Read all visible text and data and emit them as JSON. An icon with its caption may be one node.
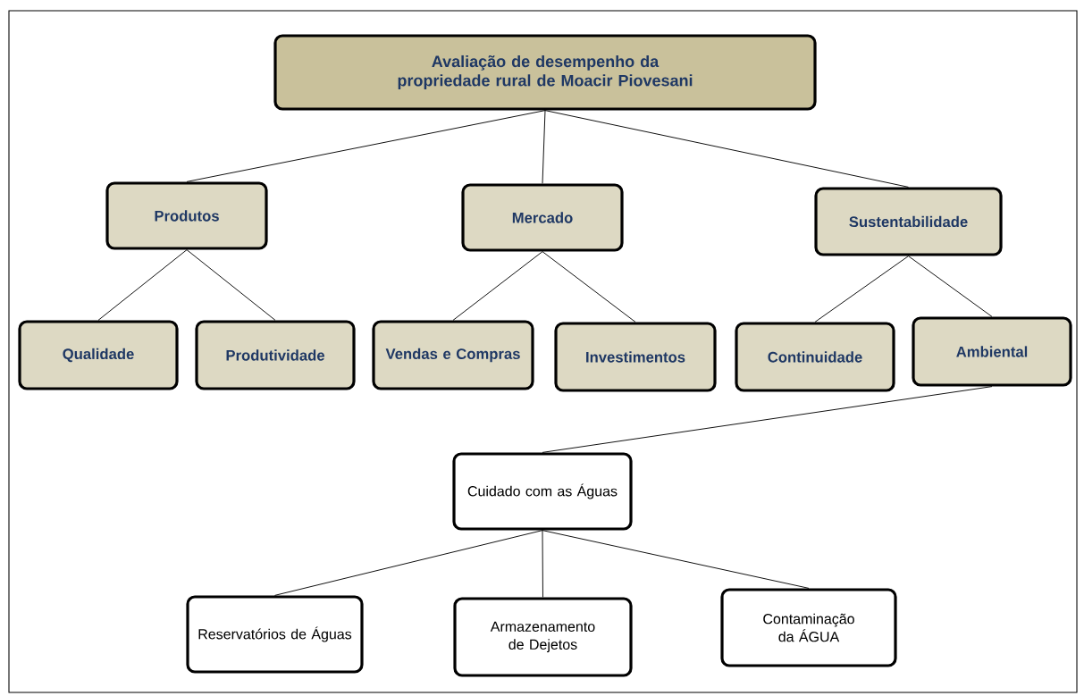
{
  "diagram": {
    "nodes": [
      {
        "text": [
          "Avaliação de desempenho da propriedade rural de Moacir Piovesani"
        ]
      },
      {
        "text": [
          "Produtos"
        ]
      },
      {
        "text": [
          "Mercado"
        ]
      },
      {
        "text": [
          "Sustentabilidade"
        ]
      },
      {
        "text": [
          "Qualidade"
        ]
      },
      {
        "text": [
          "Produtividade"
        ]
      },
      {
        "text": [
          "Vendas e Compras"
        ]
      },
      {
        "text": [
          "Investimentos"
        ]
      },
      {
        "text": [
          "Continuidade"
        ]
      },
      {
        "text": [
          "Ambiental"
        ]
      },
      {
        "text": [
          "Cuidado com as Águas"
        ]
      },
      {
        "text": [
          "Reservatórios de Águas"
        ]
      },
      {
        "text": [
          "Armazenamento de Dejetos"
        ]
      },
      {
        "text": [
          "Contaminação da ÁGUA"
        ]
      }
    ],
    "edges": [
      {
        "from": 0,
        "to": 1,
        "arrow": "none"
      },
      {
        "from": 0,
        "to": 2,
        "arrow": "none"
      },
      {
        "from": 0,
        "to": 3,
        "arrow": "none"
      },
      {
        "from": 1,
        "to": 4,
        "arrow": "none"
      },
      {
        "from": 1,
        "to": 5,
        "arrow": "none"
      },
      {
        "from": 2,
        "to": 6,
        "arrow": "none"
      },
      {
        "from": 2,
        "to": 7,
        "arrow": "none"
      },
      {
        "from": 3,
        "to": 8,
        "arrow": "none"
      },
      {
        "from": 3,
        "to": 9,
        "arrow": "none"
      },
      {
        "from": 9,
        "to": 10,
        "arrow": "none"
      },
      {
        "from": 10,
        "to": 11,
        "arrow": "none"
      },
      {
        "from": 10,
        "to": 12,
        "arrow": "none"
      },
      {
        "from": 10,
        "to": 13,
        "arrow": "none"
      }
    ]
  }
}
